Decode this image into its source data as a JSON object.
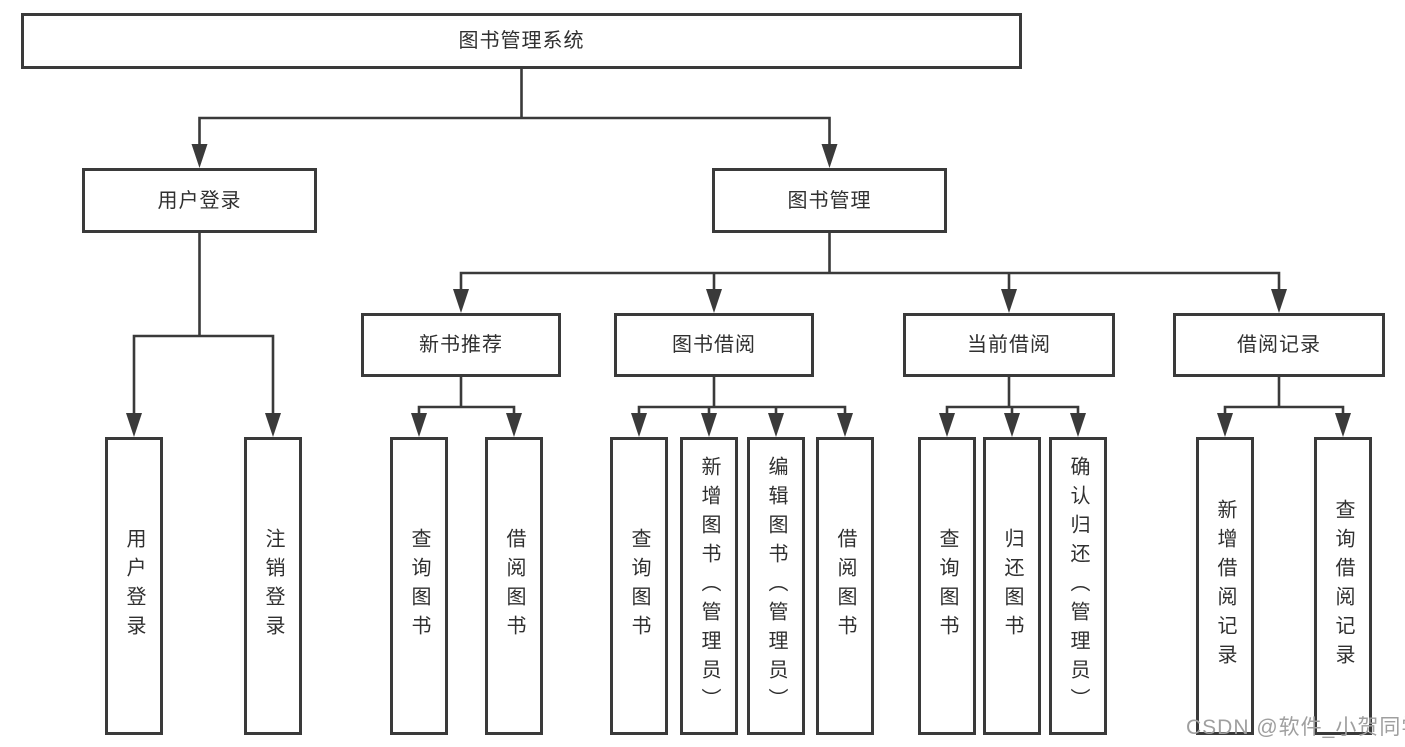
{
  "title": "图书管理系统",
  "watermark": "CSDN @软件_小贺同学",
  "colors": {
    "line": "#3a3a3a",
    "border": "#3a3a3a",
    "text": "#303030",
    "watermark": "#9f9f9f",
    "background": "#ffffff"
  },
  "nodes": [
    {
      "id": "root",
      "label": "图书管理系统",
      "parent": null,
      "orientation": "horizontal"
    },
    {
      "id": "user-login",
      "label": "用户登录",
      "parent": "root",
      "orientation": "horizontal"
    },
    {
      "id": "book-mgmt",
      "label": "图书管理",
      "parent": "root",
      "orientation": "horizontal"
    },
    {
      "id": "login",
      "label": "用户登录",
      "parent": "user-login",
      "orientation": "vertical"
    },
    {
      "id": "logout",
      "label": "注销登录",
      "parent": "user-login",
      "orientation": "vertical"
    },
    {
      "id": "new-book",
      "label": "新书推荐",
      "parent": "book-mgmt",
      "orientation": "horizontal"
    },
    {
      "id": "book-borrow",
      "label": "图书借阅",
      "parent": "book-mgmt",
      "orientation": "horizontal"
    },
    {
      "id": "current-borrow",
      "label": "当前借阅",
      "parent": "book-mgmt",
      "orientation": "horizontal"
    },
    {
      "id": "borrow-record",
      "label": "借阅记录",
      "parent": "book-mgmt",
      "orientation": "horizontal"
    },
    {
      "id": "nb-query",
      "label": "查询图书",
      "parent": "new-book",
      "orientation": "vertical"
    },
    {
      "id": "nb-borrow",
      "label": "借阅图书",
      "parent": "new-book",
      "orientation": "vertical"
    },
    {
      "id": "bb-query",
      "label": "查询图书",
      "parent": "book-borrow",
      "orientation": "vertical"
    },
    {
      "id": "bb-add",
      "label": "新增图书（管理员）",
      "parent": "book-borrow",
      "orientation": "vertical"
    },
    {
      "id": "bb-edit",
      "label": "编辑图书（管理员）",
      "parent": "book-borrow",
      "orientation": "vertical"
    },
    {
      "id": "bb-borrow",
      "label": "借阅图书",
      "parent": "book-borrow",
      "orientation": "vertical"
    },
    {
      "id": "cb-query",
      "label": "查询图书",
      "parent": "current-borrow",
      "orientation": "vertical"
    },
    {
      "id": "cb-return",
      "label": "归还图书",
      "parent": "current-borrow",
      "orientation": "vertical"
    },
    {
      "id": "cb-confirm",
      "label": "确认归还（管理员）",
      "parent": "current-borrow",
      "orientation": "vertical"
    },
    {
      "id": "br-add",
      "label": "新增借阅记录",
      "parent": "borrow-record",
      "orientation": "vertical"
    },
    {
      "id": "br-query",
      "label": "查询借阅记录",
      "parent": "borrow-record",
      "orientation": "vertical"
    }
  ]
}
